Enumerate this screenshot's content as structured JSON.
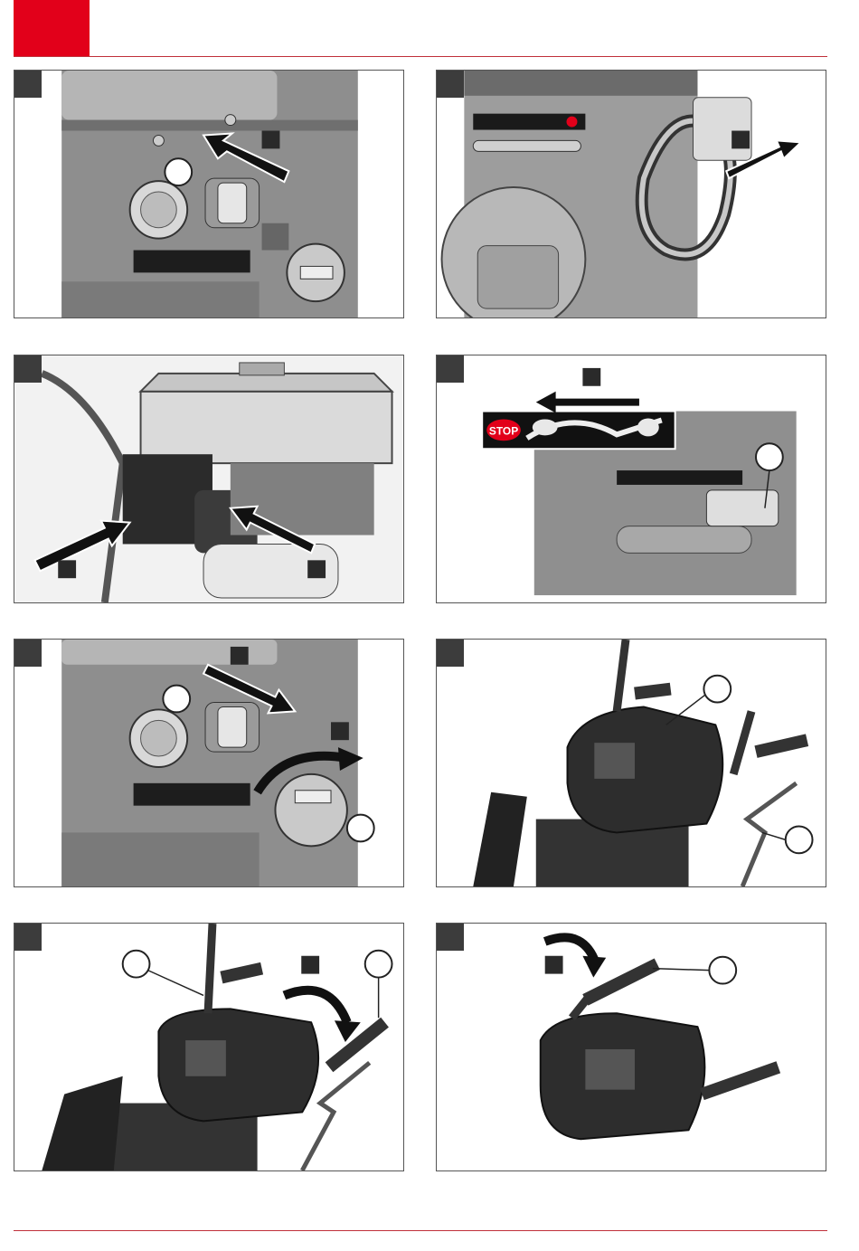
{
  "page": {
    "accent_color": "#e2001a",
    "rule_color": "#c0303a"
  },
  "panels": [
    {
      "id": 1,
      "subject": "engine-choke-and-arrow"
    },
    {
      "id": 2,
      "subject": "recoil-starter-pull"
    },
    {
      "id": 3,
      "subject": "electric-starter-plug"
    },
    {
      "id": 4,
      "subject": "throttle-lever-stop"
    },
    {
      "id": 5,
      "subject": "choke-and-fuel-valve"
    },
    {
      "id": 6,
      "subject": "control-panel-handles"
    },
    {
      "id": 7,
      "subject": "handle-fold-down"
    },
    {
      "id": 8,
      "subject": "handle-rotate"
    }
  ],
  "labels": {
    "throttle_stop": "STOP"
  }
}
